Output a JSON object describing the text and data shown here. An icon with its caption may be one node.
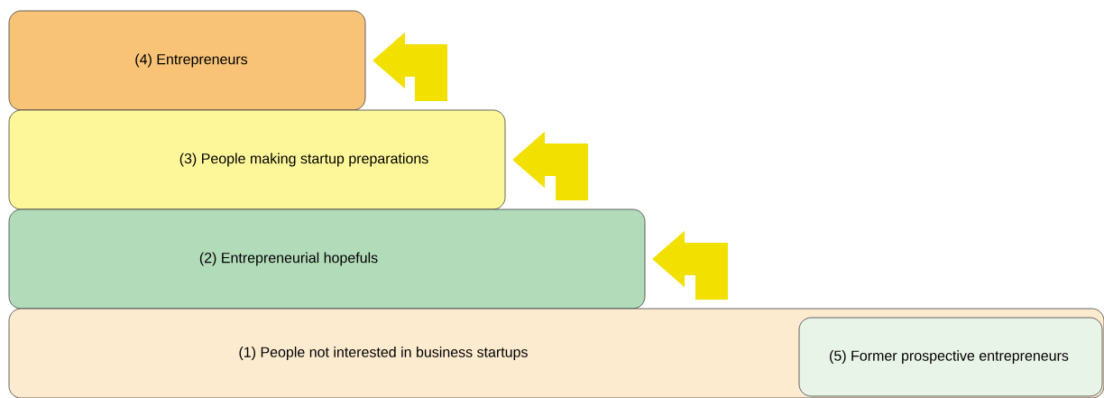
{
  "diagram": {
    "nodes": [
      {
        "text": [
          "(4) Entrepreneurs"
        ]
      },
      {
        "text": [
          "(3) People making startup preparations"
        ]
      },
      {
        "text": [
          "(2) Entrepreneurial hopefuls"
        ]
      },
      {
        "text": [
          "(1) People not interested in business startups"
        ]
      },
      {
        "text": [
          "(5) Former prospective entrepreneurs"
        ],
        "in": 3
      }
    ],
    "edges": [
      {
        "from": 3,
        "to": 2,
        "arrow": "to"
      },
      {
        "from": 2,
        "to": 1,
        "arrow": "to"
      },
      {
        "from": 1,
        "to": 0,
        "arrow": "to"
      }
    ]
  }
}
